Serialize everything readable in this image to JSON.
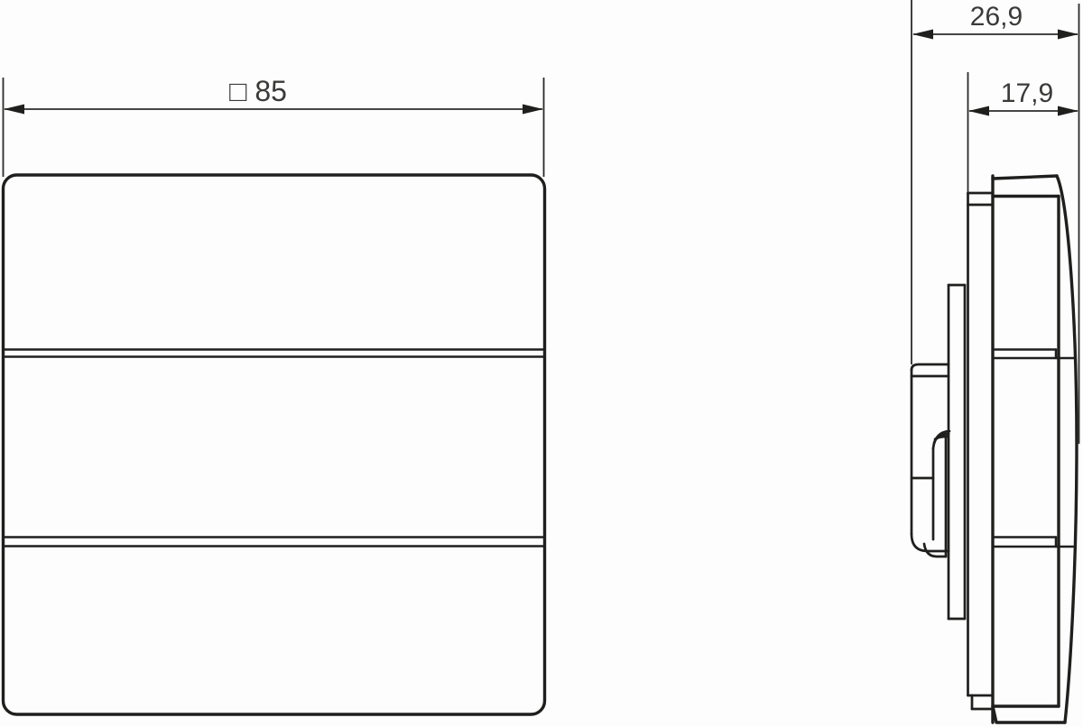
{
  "drawing": {
    "description": "dimension-drawing-3-gang-rocker-switch",
    "front_view": {
      "rocker_count": 3,
      "width_dimension_label": "□ 85"
    },
    "side_view": {
      "total_depth_label": "26,9",
      "front_depth_label": "17,9"
    },
    "colors": {
      "line": "#1f1f1e",
      "dimension_line": "#2b2b2a",
      "text": "#3a3a39",
      "background": "#fdfdfd"
    }
  }
}
